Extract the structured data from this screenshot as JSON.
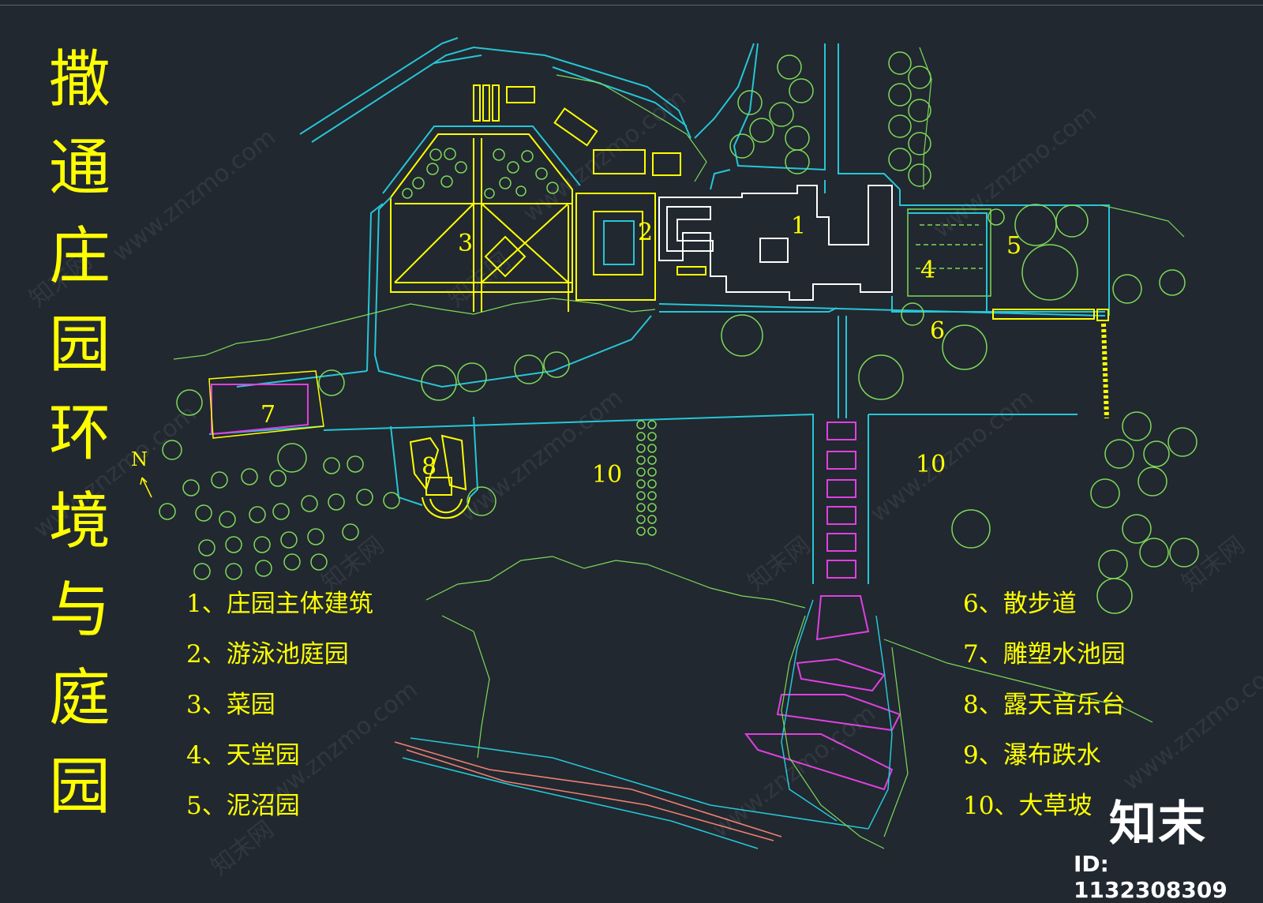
{
  "title_chars": [
    "撒",
    "通",
    "庄",
    "园",
    "环",
    "境",
    "与",
    "庭",
    "园"
  ],
  "legend_left": [
    "1、庄园主体建筑",
    "2、游泳池庭园",
    "3、菜园",
    "4、天堂园",
    "5、泥沼园"
  ],
  "legend_right": [
    "6、散步道",
    "7、雕塑水池园",
    "8、露天音乐台",
    "9、瀑布跌水",
    "10、大草坡"
  ],
  "map_labels": {
    "n1": "1",
    "n2": "2",
    "n3": "3",
    "n4": "4",
    "n5": "5",
    "n6": "6",
    "n7": "7",
    "n8": "8",
    "n10a": "10",
    "n10b": "10"
  },
  "north_label": "N",
  "watermark_text": "www.znzmo.com",
  "watermark_brand": "知末网",
  "brand_logo": "知末",
  "image_id": "ID: 1132308309",
  "colors": {
    "background": "#212830",
    "text": "#ffff00",
    "path": "#26c6d6",
    "vegetation": "#7ed957",
    "building": "#ffffff",
    "water_feature": "#e040e0",
    "stream": "#f08070"
  }
}
